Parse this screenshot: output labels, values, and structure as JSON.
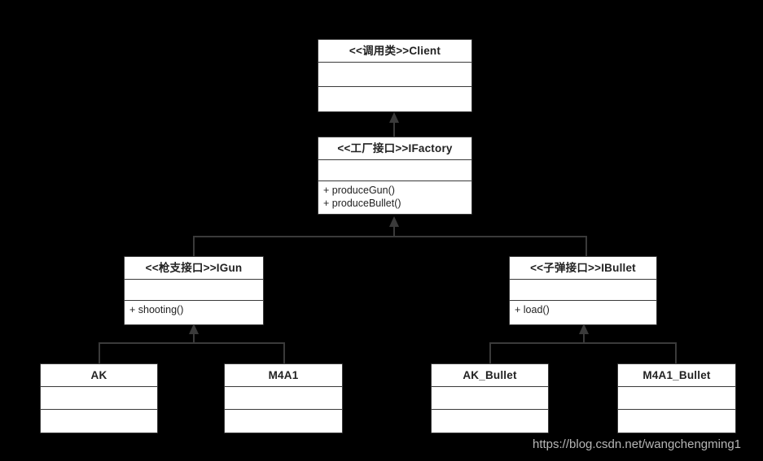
{
  "diagram": {
    "kind": "uml-class-diagram",
    "background_color": "#000000",
    "box_fill_color": "#ffffff",
    "line_color": "#3a3a3a",
    "text_color": "#222222",
    "classes": {
      "client": {
        "title": "<<调用类>>Client",
        "attributes": "",
        "operations": ""
      },
      "ifactory": {
        "title": "<<工厂接口>>IFactory",
        "attributes": "",
        "operations": "+ produceGun()\n+ produceBullet()"
      },
      "igun": {
        "title": "<<枪支接口>>IGun",
        "attributes": "",
        "operations": "+ shooting()"
      },
      "ibullet": {
        "title": "<<子弹接口>>IBullet",
        "attributes": "",
        "operations": "+ load()"
      },
      "ak": {
        "title": "AK",
        "attributes": "",
        "operations": ""
      },
      "m4a1": {
        "title": "M4A1",
        "attributes": "",
        "operations": ""
      },
      "ak_bullet": {
        "title": "AK_Bullet",
        "attributes": "",
        "operations": ""
      },
      "m4a1_bullet": {
        "title": "M4A1_Bullet",
        "attributes": "",
        "operations": ""
      }
    },
    "relationships": [
      {
        "from": "ifactory",
        "to": "client",
        "type": "generalization"
      },
      {
        "from": "igun",
        "to": "ifactory",
        "type": "generalization"
      },
      {
        "from": "ibullet",
        "to": "ifactory",
        "type": "generalization"
      },
      {
        "from": "ak",
        "to": "igun",
        "type": "generalization"
      },
      {
        "from": "m4a1",
        "to": "igun",
        "type": "generalization"
      },
      {
        "from": "ak_bullet",
        "to": "ibullet",
        "type": "generalization"
      },
      {
        "from": "m4a1_bullet",
        "to": "ibullet",
        "type": "generalization"
      }
    ]
  },
  "watermark": {
    "text": "https://blog.csdn.net/wangchengming1"
  }
}
